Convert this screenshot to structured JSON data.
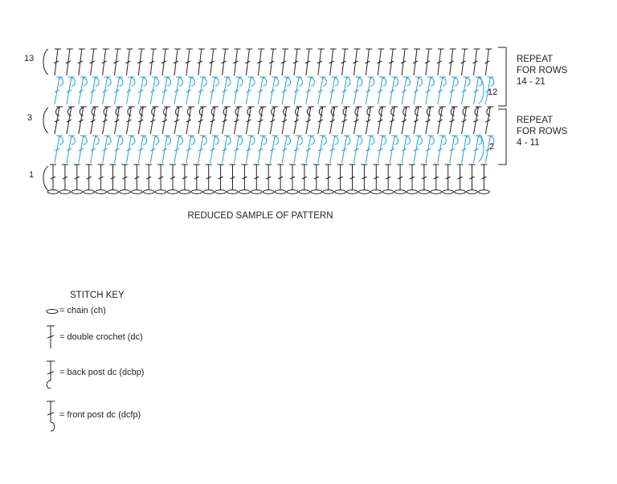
{
  "diagram": {
    "row_labels": {
      "r13": "13",
      "r12": "12",
      "r3": "3",
      "r2": "2",
      "r1": "1"
    },
    "repeat_top": {
      "line1": "REPEAT",
      "line2": "FOR ROWS",
      "line3": "14 - 21"
    },
    "repeat_bottom": {
      "line1": "REPEAT",
      "line2": "FOR ROWS",
      "line3": "4 - 11"
    },
    "caption": "REDUCED SAMPLE OF PATTERN"
  },
  "key": {
    "title": "STITCH KEY",
    "items": [
      {
        "symbol": "chain",
        "label": "= chain (ch)"
      },
      {
        "symbol": "double-crochet",
        "label": "= double crochet (dc)"
      },
      {
        "symbol": "back-post-dc",
        "label": "= back post dc (dcbp)"
      },
      {
        "symbol": "front-post-dc",
        "label": "= front post dc (dcfp)"
      }
    ]
  },
  "colors": {
    "black": "#231f20",
    "blue": "#2b9fd9"
  }
}
